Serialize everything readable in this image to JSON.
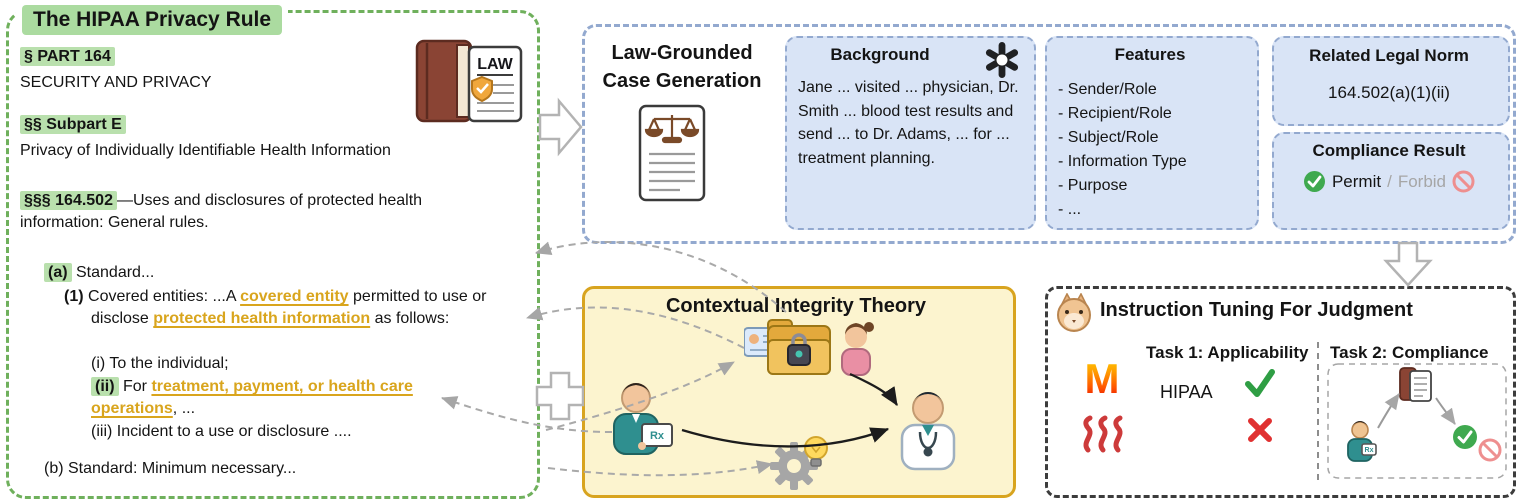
{
  "hipaa_panel": {
    "title": "The HIPAA Privacy Rule",
    "law_badge": "LAW",
    "part": {
      "label": "§ PART 164",
      "body": "SECURITY AND PRIVACY"
    },
    "subpart": {
      "label": "§§ Subpart E",
      "body": "Privacy of Individually Identifiable Health Information"
    },
    "section": {
      "label": "§§§ 164.502",
      "body": "—Uses and disclosures of protected health information: General rules."
    },
    "clause_a": {
      "label": "(a)",
      "text": " Standard..."
    },
    "clause_a1": {
      "label": "(1)",
      "pre": " Covered entities:  ...A ",
      "highlight1": "covered entity",
      "mid": " permitted to use or disclose ",
      "highlight2": "protected health information",
      "post": " as follows:"
    },
    "clause_i": "(i) To the individual;",
    "clause_ii": {
      "label": "(ii)",
      "pre": " For ",
      "highlight": "treatment, payment, or health care operations",
      "post": ", ..."
    },
    "clause_iii": "(iii) Incident to a use or disclosure ....",
    "clause_b": "(b) Standard: Minimum necessary..."
  },
  "case_generation": {
    "title_line1": "Law-Grounded",
    "title_line2": "Case Generation",
    "background": {
      "title": "Background",
      "body": "Jane ... visited ... physician, Dr. Smith ... blood test results and send ... to Dr. Adams, ... for ... treatment planning."
    },
    "features": {
      "title": "Features",
      "items": [
        "- Sender/Role",
        "- Recipient/Role",
        "- Subject/Role",
        "- Information Type",
        "- Purpose",
        "- ..."
      ]
    },
    "legal_norm": {
      "title": "Related Legal Norm",
      "value": "164.502(a)(1)(ii)"
    },
    "compliance": {
      "title": "Compliance Result",
      "permit": "Permit",
      "slash": "/",
      "forbid": "Forbid"
    }
  },
  "ci_panel": {
    "title": "Contextual Integrity Theory",
    "rx_label": "Rx"
  },
  "judgment_panel": {
    "title": "Instruction Tuning For Judgment",
    "task1": "Task 1: Applicability",
    "task2": "Task 2: Compliance",
    "law_name": "HIPAA"
  },
  "colors": {
    "green_highlight": "#b9e0ad",
    "green_border": "#6fb05c",
    "gold_link": "#d9a51d",
    "blue_border": "#93a9cf",
    "card_blue": "#d9e4f6",
    "ci_border": "#d8a41f",
    "ci_background": "#fcf4cf",
    "permit_green": "#3fa94f",
    "forbid_pink": "#ee8f8f"
  }
}
